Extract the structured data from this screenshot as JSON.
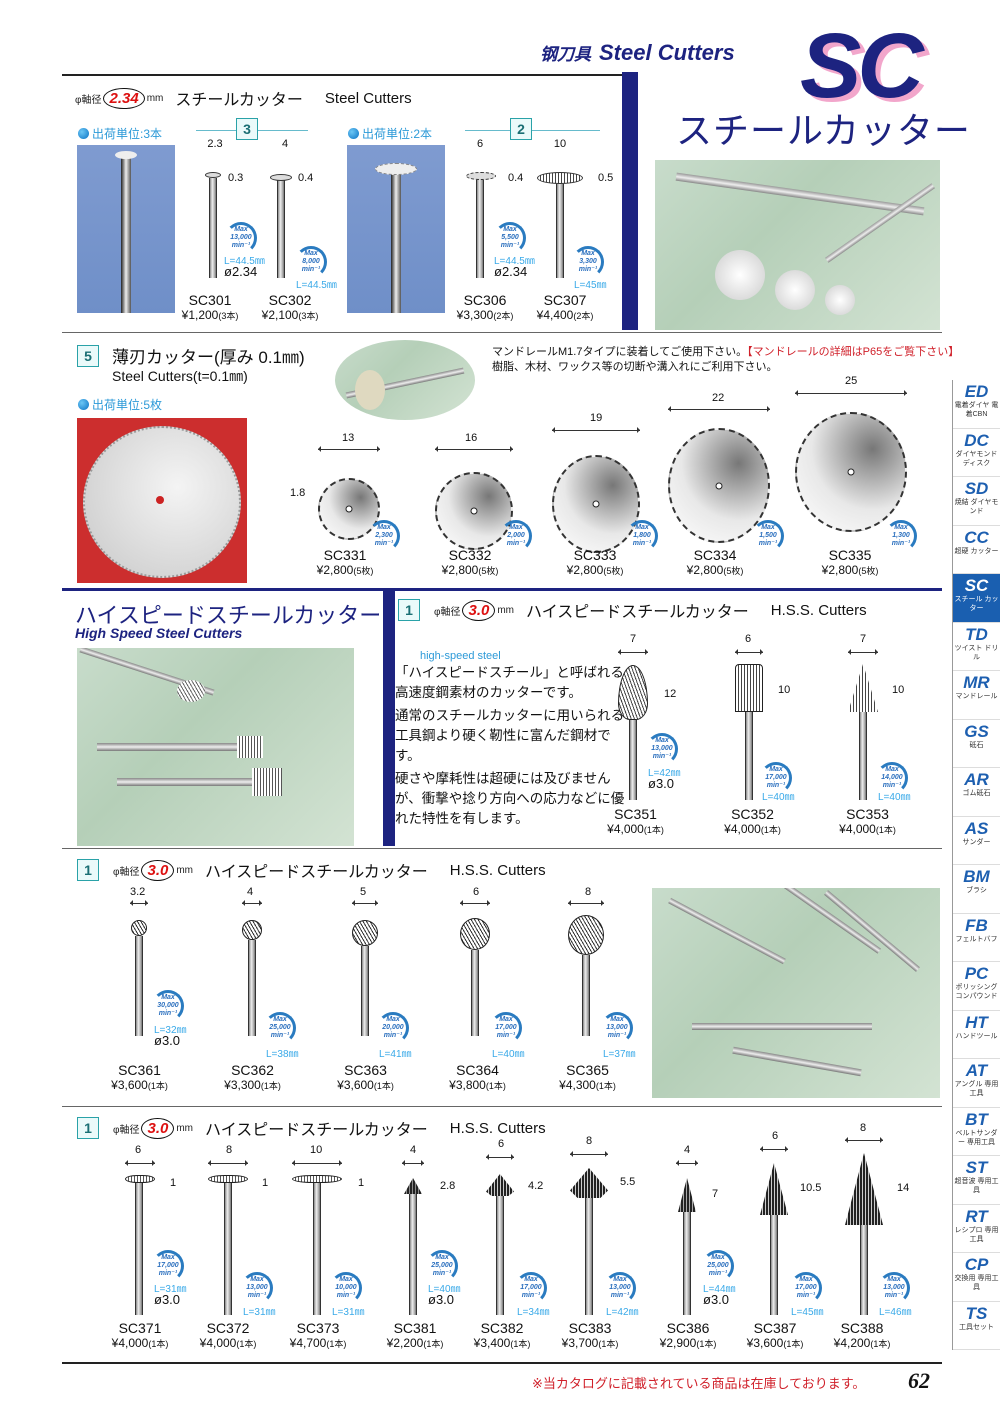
{
  "header": {
    "category_jp": "钢刀具",
    "category_en": "Steel Cutters",
    "logo": "SC",
    "title_jp": "スチールカッター"
  },
  "section1": {
    "shaft_label": "φ軸径",
    "shaft_value": "2.34",
    "shaft_unit": "mm",
    "title_jp": "スチールカッター",
    "title_en": "Steel Cutters",
    "groups": [
      {
        "unit_label": "出荷単位:3本",
        "box_count": "3",
        "items": [
          {
            "code": "SC301",
            "price": "¥1,200",
            "qty": "(3本)",
            "width": "2.3",
            "thickness": "0.3",
            "rpm_label": "Max",
            "rpm": "13,000",
            "rpm_unit": "min⁻¹",
            "length": "L=44.5㎜",
            "shaft_dia": "ø2.34"
          },
          {
            "code": "SC302",
            "price": "¥2,100",
            "qty": "(3本)",
            "width": "4",
            "thickness": "0.4",
            "rpm_label": "Max",
            "rpm": "8,000",
            "rpm_unit": "min⁻¹",
            "length": "L=44.5㎜"
          }
        ]
      },
      {
        "unit_label": "出荷単位:2本",
        "box_count": "2",
        "items": [
          {
            "code": "SC306",
            "price": "¥3,300",
            "qty": "(2本)",
            "width": "6",
            "thickness": "0.4",
            "rpm_label": "Max",
            "rpm": "5,500",
            "rpm_unit": "min⁻¹",
            "length": "L=44.5㎜",
            "shaft_dia": "ø2.34"
          },
          {
            "code": "SC307",
            "price": "¥4,400",
            "qty": "(2本)",
            "width": "10",
            "thickness": "0.5",
            "rpm_label": "Max",
            "rpm": "3,300",
            "rpm_unit": "min⁻¹",
            "length": "L=45㎜"
          }
        ]
      }
    ]
  },
  "section2": {
    "box_count": "5",
    "title_jp": "薄刃カッター(厚み 0.1㎜)",
    "title_en": "Steel Cutters(t=0.1㎜)",
    "unit_label": "出荷単位:5枚",
    "note1": "マンドレールM1.7タイプに装着してご使用下さい。",
    "note1_red": "【マンドレールの詳細はP65をご覧下さい】",
    "note2": "樹脂、木材、ワックス等の切断や溝入れにご利用下さい。",
    "hole_dim": "1.8",
    "items": [
      {
        "code": "SC331",
        "price": "¥2,800",
        "qty": "(5枚)",
        "diameter": "13",
        "rpm_label": "Max",
        "rpm": "2,300",
        "rpm_unit": "min⁻¹"
      },
      {
        "code": "SC332",
        "price": "¥2,800",
        "qty": "(5枚)",
        "diameter": "16",
        "rpm_label": "Max",
        "rpm": "2,000",
        "rpm_unit": "min⁻¹"
      },
      {
        "code": "SC333",
        "price": "¥2,800",
        "qty": "(5枚)",
        "diameter": "19",
        "rpm_label": "Max",
        "rpm": "1,800",
        "rpm_unit": "min⁻¹"
      },
      {
        "code": "SC334",
        "price": "¥2,800",
        "qty": "(5枚)",
        "diameter": "22",
        "rpm_label": "Max",
        "rpm": "1,500",
        "rpm_unit": "min⁻¹"
      },
      {
        "code": "SC335",
        "price": "¥2,800",
        "qty": "(5枚)",
        "diameter": "25",
        "rpm_label": "Max",
        "rpm": "1,300",
        "rpm_unit": "min⁻¹"
      }
    ]
  },
  "hss_header": {
    "title_jp": "ハイスピードスチールカッター",
    "title_en": "High Speed Steel Cutters"
  },
  "section3": {
    "box_count": "1",
    "shaft_label": "φ軸径",
    "shaft_value": "3.0",
    "shaft_unit": "mm",
    "title_jp": "ハイスピードスチールカッター",
    "title_en": "H.S.S. Cutters",
    "desc_en": "high-speed steel",
    "desc": [
      "「ハイスピードスチール」と呼ばれる高速度鋼素材のカッターです。",
      "通常のスチールカッターに用いられる工具鋼より硬く靭性に富んだ鋼材です。",
      "硬さや摩耗性は超硬には及びませんが、衝撃や捻り方向への応力などに優れた特性を有します。"
    ],
    "items": [
      {
        "code": "SC351",
        "price": "¥4,000",
        "qty": "(1本)",
        "width": "7",
        "height": "12",
        "rpm_label": "Max",
        "rpm": "13,000",
        "rpm_unit": "min⁻¹",
        "length": "L=42㎜",
        "shaft_dia": "ø3.0"
      },
      {
        "code": "SC352",
        "price": "¥4,000",
        "qty": "(1本)",
        "width": "6",
        "height": "10",
        "rpm_label": "Max",
        "rpm": "17,000",
        "rpm_unit": "min⁻¹",
        "length": "L=40㎜"
      },
      {
        "code": "SC353",
        "price": "¥4,000",
        "qty": "(1本)",
        "width": "7",
        "height": "10",
        "rpm_label": "Max",
        "rpm": "14,000",
        "rpm_unit": "min⁻¹",
        "length": "L=40㎜"
      }
    ]
  },
  "section4": {
    "box_count": "1",
    "shaft_label": "φ軸径",
    "shaft_value": "3.0",
    "shaft_unit": "mm",
    "title_jp": "ハイスピードスチールカッター",
    "title_en": "H.S.S. Cutters",
    "items": [
      {
        "code": "SC361",
        "price": "¥3,600",
        "qty": "(1本)",
        "width": "3.2",
        "rpm_label": "Max",
        "rpm": "30,000",
        "rpm_unit": "min⁻¹",
        "length": "L=32㎜",
        "shaft_dia": "ø3.0"
      },
      {
        "code": "SC362",
        "price": "¥3,300",
        "qty": "(1本)",
        "width": "4",
        "rpm_label": "Max",
        "rpm": "25,000",
        "rpm_unit": "min⁻¹",
        "length": "L=38㎜"
      },
      {
        "code": "SC363",
        "price": "¥3,600",
        "qty": "(1本)",
        "width": "5",
        "rpm_label": "Max",
        "rpm": "20,000",
        "rpm_unit": "min⁻¹",
        "length": "L=41㎜"
      },
      {
        "code": "SC364",
        "price": "¥3,800",
        "qty": "(1本)",
        "width": "6",
        "rpm_label": "Max",
        "rpm": "17,000",
        "rpm_unit": "min⁻¹",
        "length": "L=40㎜"
      },
      {
        "code": "SC365",
        "price": "¥4,300",
        "qty": "(1本)",
        "width": "8",
        "rpm_label": "Max",
        "rpm": "13,000",
        "rpm_unit": "min⁻¹",
        "length": "L=37㎜"
      }
    ]
  },
  "section5": {
    "box_count": "1",
    "shaft_label": "φ軸径",
    "shaft_value": "3.0",
    "shaft_unit": "mm",
    "title_jp": "ハイスピードスチールカッター",
    "title_en": "H.S.S. Cutters",
    "items": [
      {
        "code": "SC371",
        "price": "¥4,000",
        "qty": "(1本)",
        "width": "6",
        "height": "1",
        "rpm_label": "Max",
        "rpm": "17,000",
        "rpm_unit": "min⁻¹",
        "length": "L=31㎜",
        "shaft_dia": "ø3.0"
      },
      {
        "code": "SC372",
        "price": "¥4,000",
        "qty": "(1本)",
        "width": "8",
        "height": "1",
        "rpm_label": "Max",
        "rpm": "13,000",
        "rpm_unit": "min⁻¹",
        "length": "L=31㎜"
      },
      {
        "code": "SC373",
        "price": "¥4,700",
        "qty": "(1本)",
        "width": "10",
        "height": "1",
        "rpm_label": "Max",
        "rpm": "10,000",
        "rpm_unit": "min⁻¹",
        "length": "L=31㎜"
      },
      {
        "code": "SC381",
        "price": "¥2,200",
        "qty": "(1本)",
        "width": "4",
        "height": "2.8",
        "rpm_label": "Max",
        "rpm": "25,000",
        "rpm_unit": "min⁻¹",
        "length": "L=40㎜",
        "shaft_dia": "ø3.0"
      },
      {
        "code": "SC382",
        "price": "¥3,400",
        "qty": "(1本)",
        "width": "6",
        "height": "4.2",
        "rpm_label": "Max",
        "rpm": "17,000",
        "rpm_unit": "min⁻¹",
        "length": "L=34㎜"
      },
      {
        "code": "SC383",
        "price": "¥3,700",
        "qty": "(1本)",
        "width": "8",
        "height": "5.5",
        "rpm_label": "Max",
        "rpm": "13,000",
        "rpm_unit": "min⁻¹",
        "length": "L=42㎜"
      },
      {
        "code": "SC386",
        "price": "¥2,900",
        "qty": "(1本)",
        "width": "4",
        "height": "7",
        "rpm_label": "Max",
        "rpm": "25,000",
        "rpm_unit": "min⁻¹",
        "length": "L=44㎜",
        "shaft_dia": "ø3.0"
      },
      {
        "code": "SC387",
        "price": "¥3,600",
        "qty": "(1本)",
        "width": "6",
        "height": "10.5",
        "rpm_label": "Max",
        "rpm": "17,000",
        "rpm_unit": "min⁻¹",
        "length": "L=45㎜"
      },
      {
        "code": "SC388",
        "price": "¥4,200",
        "qty": "(1本)",
        "width": "8",
        "height": "14",
        "rpm_label": "Max",
        "rpm": "13,000",
        "rpm_unit": "min⁻¹",
        "length": "L=46㎜"
      }
    ]
  },
  "side_nav": [
    {
      "code": "ED",
      "sub": "電着ダイヤ 電着CBN"
    },
    {
      "code": "DC",
      "sub": "ダイヤモンド ディスク"
    },
    {
      "code": "SD",
      "sub": "焼結 ダイヤモンド"
    },
    {
      "code": "CC",
      "sub": "超硬 カッター"
    },
    {
      "code": "SC",
      "sub": "スチール カッター",
      "active": true
    },
    {
      "code": "TD",
      "sub": "ツイスト ドリル"
    },
    {
      "code": "MR",
      "sub": "マンドレール"
    },
    {
      "code": "GS",
      "sub": "砥石"
    },
    {
      "code": "AR",
      "sub": "ゴム砥石"
    },
    {
      "code": "AS",
      "sub": "サンダー"
    },
    {
      "code": "BM",
      "sub": "ブラシ"
    },
    {
      "code": "FB",
      "sub": "フェルトバフ"
    },
    {
      "code": "PC",
      "sub": "ポリッシング コンパウンド"
    },
    {
      "code": "HT",
      "sub": "ハンドツール"
    },
    {
      "code": "AT",
      "sub": "アングル 専用工具"
    },
    {
      "code": "BT",
      "sub": "ベルトサンダー 専用工具"
    },
    {
      "code": "ST",
      "sub": "超音波 専用工具"
    },
    {
      "code": "RT",
      "sub": "レシプロ 専用工具"
    },
    {
      "code": "CP",
      "sub": "交換用 専用工具"
    },
    {
      "code": "TS",
      "sub": "工具セット"
    }
  ],
  "footer": {
    "note": "※当カタログに記載されている商品は在庫しております。",
    "page_number": "62"
  },
  "colors": {
    "brand_navy": "#1d2380",
    "logo_shadow_pink": "#f2a6cb",
    "accent_blue": "#1a5fb0",
    "rpm_blue": "#2a7bc0",
    "length_cyan": "#39a9e8",
    "note_red": "#d0202a",
    "shaft_red": "#dd1111"
  }
}
